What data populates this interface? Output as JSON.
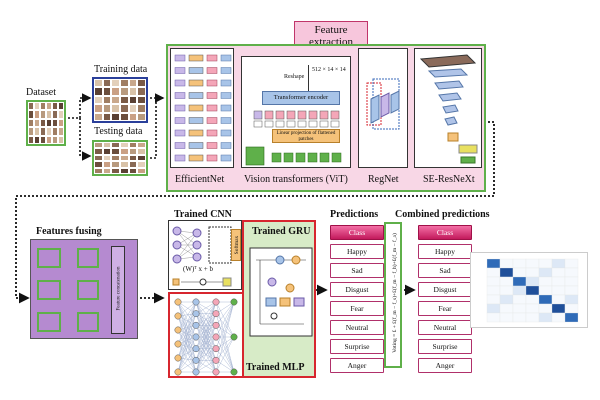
{
  "dataset": {
    "label": "Dataset",
    "training_label": "Training data",
    "testing_label": "Testing data"
  },
  "feature_extraction": {
    "title": "Feature\nextraction",
    "models": [
      "EfficientNet",
      "Vision transformers (ViT)",
      "RegNet",
      "SE-ResNeXt"
    ],
    "vit": {
      "reshape": "Reshape",
      "shape": "512 × 14 × 14",
      "encoder": "Transformer encoder",
      "projection": "Linear projection of flattened patches"
    }
  },
  "fusion": {
    "label": "Features fusing",
    "inner_text": "Feature concatenation"
  },
  "classifiers": {
    "cnn": "Trained CNN",
    "gru": "Trained GRU",
    "mlp": "Trained MLP",
    "softmax": "Softmax",
    "formula": "(W)ᵀ x + b"
  },
  "predictions": {
    "title": "Predictions",
    "cells": [
      "Class",
      "Happy",
      "Sad",
      "Disgust",
      "Fear",
      "Neutral",
      "Surprise",
      "Anger"
    ]
  },
  "voting": {
    "formula": "Voting = £ + £(f_m − f_s)+£(f_m − f_h)+£(f_m − f_a)"
  },
  "combined": {
    "title": "Combined predictions",
    "cells": [
      "Class",
      "Happy",
      "Sad",
      "Disgust",
      "Fear",
      "Neutral",
      "Surprise",
      "Anger"
    ]
  },
  "colors": {
    "green_border": "#5fb04a",
    "pink_fill": "#f8d7e6",
    "purple_fill": "#b58ad0",
    "red_border": "#d7262f",
    "header_pink": "#e0397a"
  }
}
